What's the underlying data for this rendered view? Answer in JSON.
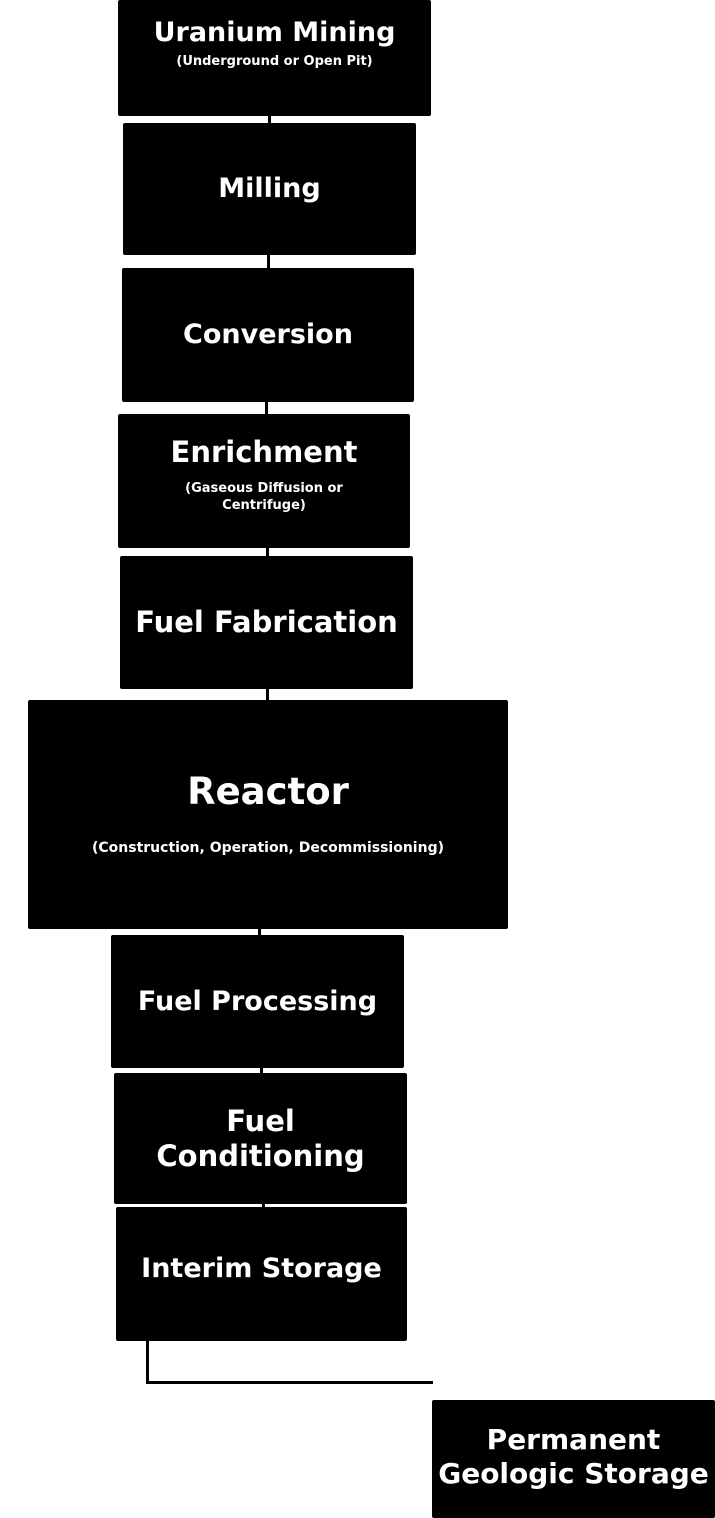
{
  "diagram": {
    "nodes": {
      "uranium_mining": {
        "title": "Uranium Mining",
        "subtitle": "(Underground or Open Pit)"
      },
      "milling": {
        "title": "Milling"
      },
      "conversion": {
        "title": "Conversion"
      },
      "enrichment": {
        "title": "Enrichment",
        "subtitle": "(Gaseous Diffusion or Centrifuge)"
      },
      "fuel_fabrication": {
        "title": "Fuel Fabrication"
      },
      "reactor": {
        "title": "Reactor",
        "subtitle": "(Construction, Operation, Decommissioning)"
      },
      "fuel_processing": {
        "title": "Fuel Processing"
      },
      "fuel_conditioning": {
        "title": "Fuel Conditioning"
      },
      "interim_storage": {
        "title": "Interim Storage"
      },
      "permanent_geologic_storage": {
        "title": "Permanent Geologic Storage"
      }
    },
    "edges": [
      [
        "uranium_mining",
        "milling"
      ],
      [
        "milling",
        "conversion"
      ],
      [
        "conversion",
        "enrichment"
      ],
      [
        "enrichment",
        "fuel_fabrication"
      ],
      [
        "fuel_fabrication",
        "reactor"
      ],
      [
        "reactor",
        "fuel_processing"
      ],
      [
        "fuel_processing",
        "fuel_conditioning"
      ],
      [
        "fuel_conditioning",
        "interim_storage"
      ],
      [
        "interim_storage",
        "permanent_geologic_storage"
      ]
    ],
    "colors": {
      "box_fill": "#000000",
      "box_text": "#ffffff",
      "connector": "#000000",
      "background": "#ffffff"
    }
  }
}
